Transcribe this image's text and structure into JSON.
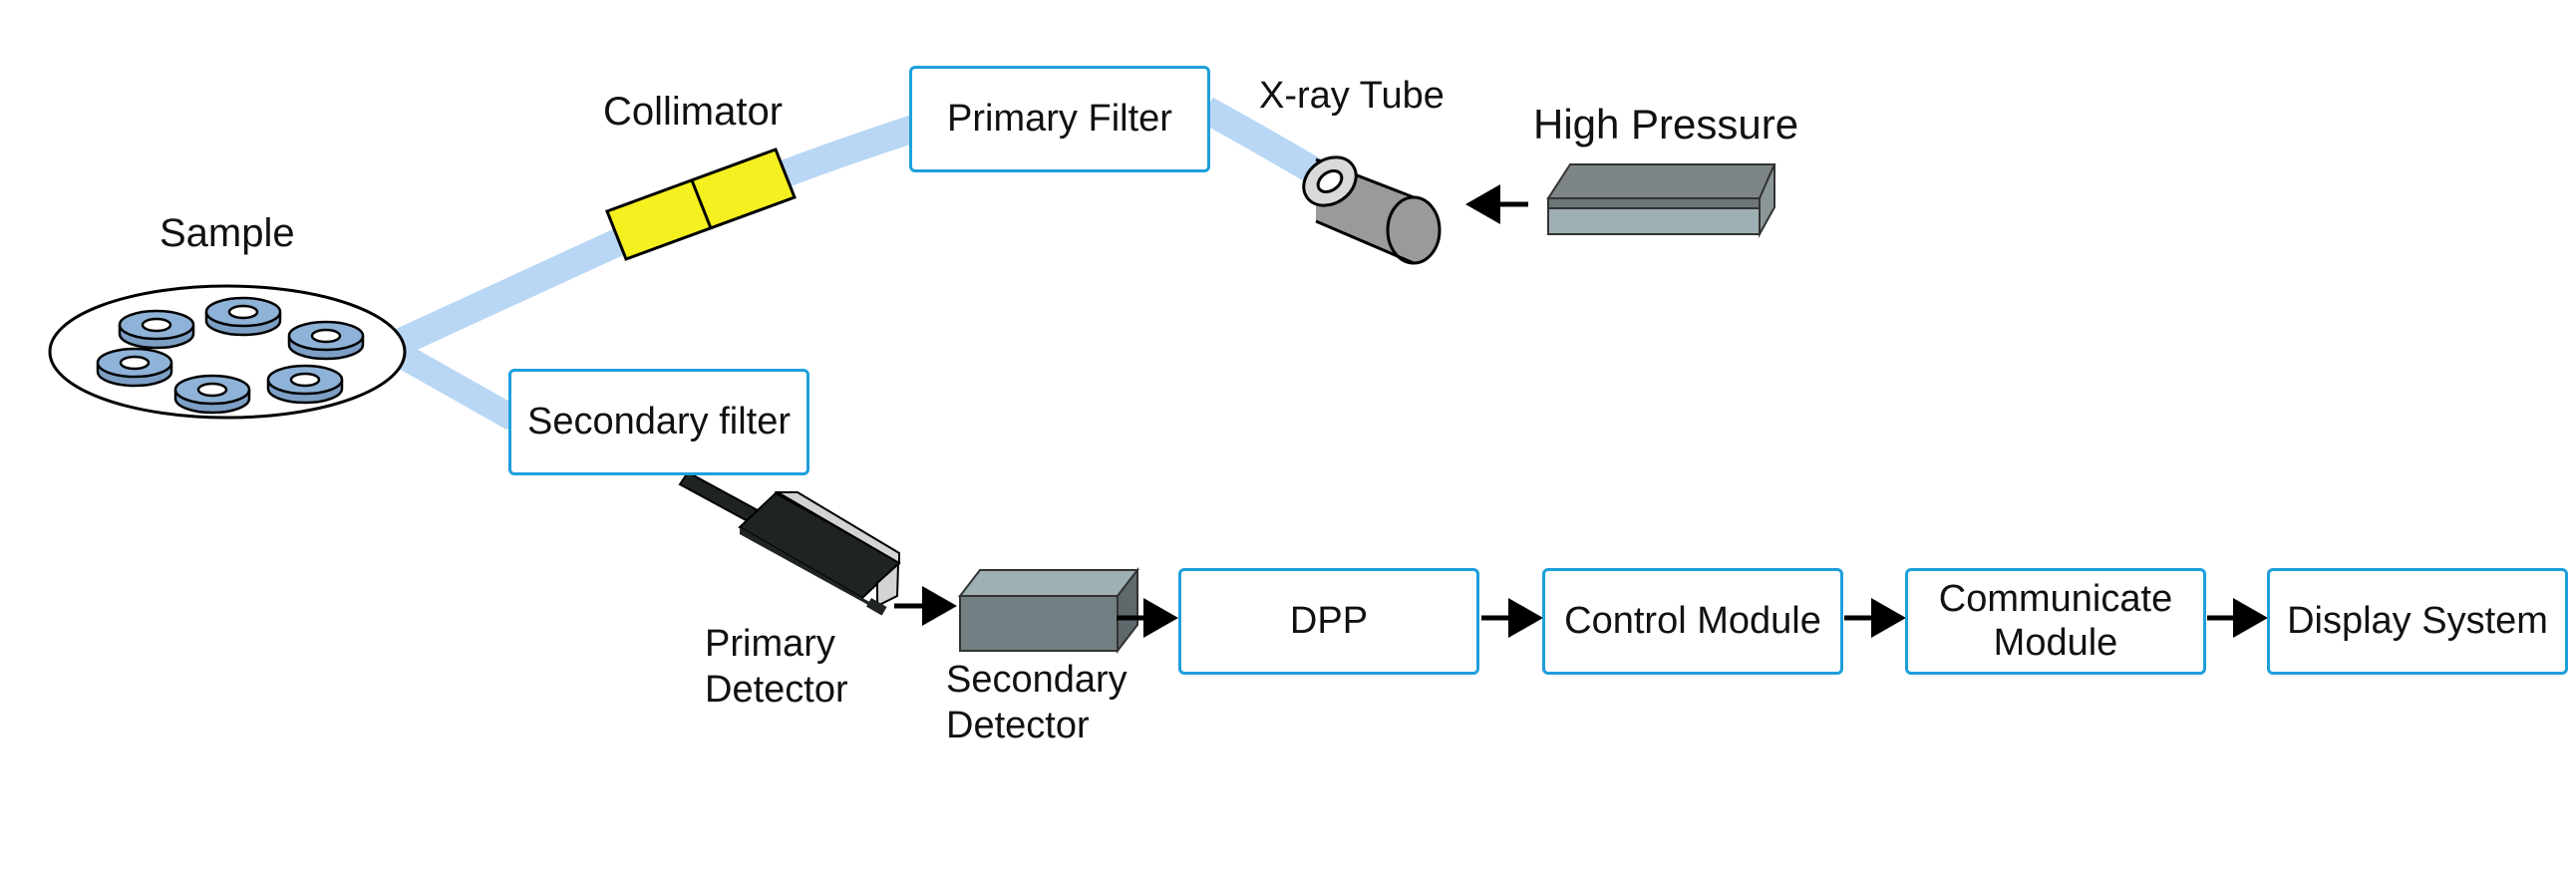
{
  "labels": {
    "sample": "Sample",
    "collimator": "Collimator",
    "xray_tube": "X-ray Tube",
    "high_pressure": "High Pressure",
    "primary_detector": "Primary\nDetector",
    "secondary_detector": "Secondary\nDetector"
  },
  "boxes": {
    "primary_filter": "Primary Filter",
    "secondary_filter": "Secondary filter",
    "dpp": "DPP",
    "control_module": "Control Module",
    "communicate_module": "Communicate\nModule",
    "display_system": "Display System"
  },
  "colors": {
    "box_border": "#1e9fdc",
    "beam": "#b9d7f5",
    "collimator": "#f5f01f",
    "sample_disc": "#8fb2d8",
    "tube": "#9a9a9a",
    "high_pressure_top": "#7e8587",
    "high_pressure_side": "#9eb0b4",
    "detector_body": "#1f2422",
    "detector_window": "#d3d3d3",
    "secondary_detector": "#7a8588"
  }
}
